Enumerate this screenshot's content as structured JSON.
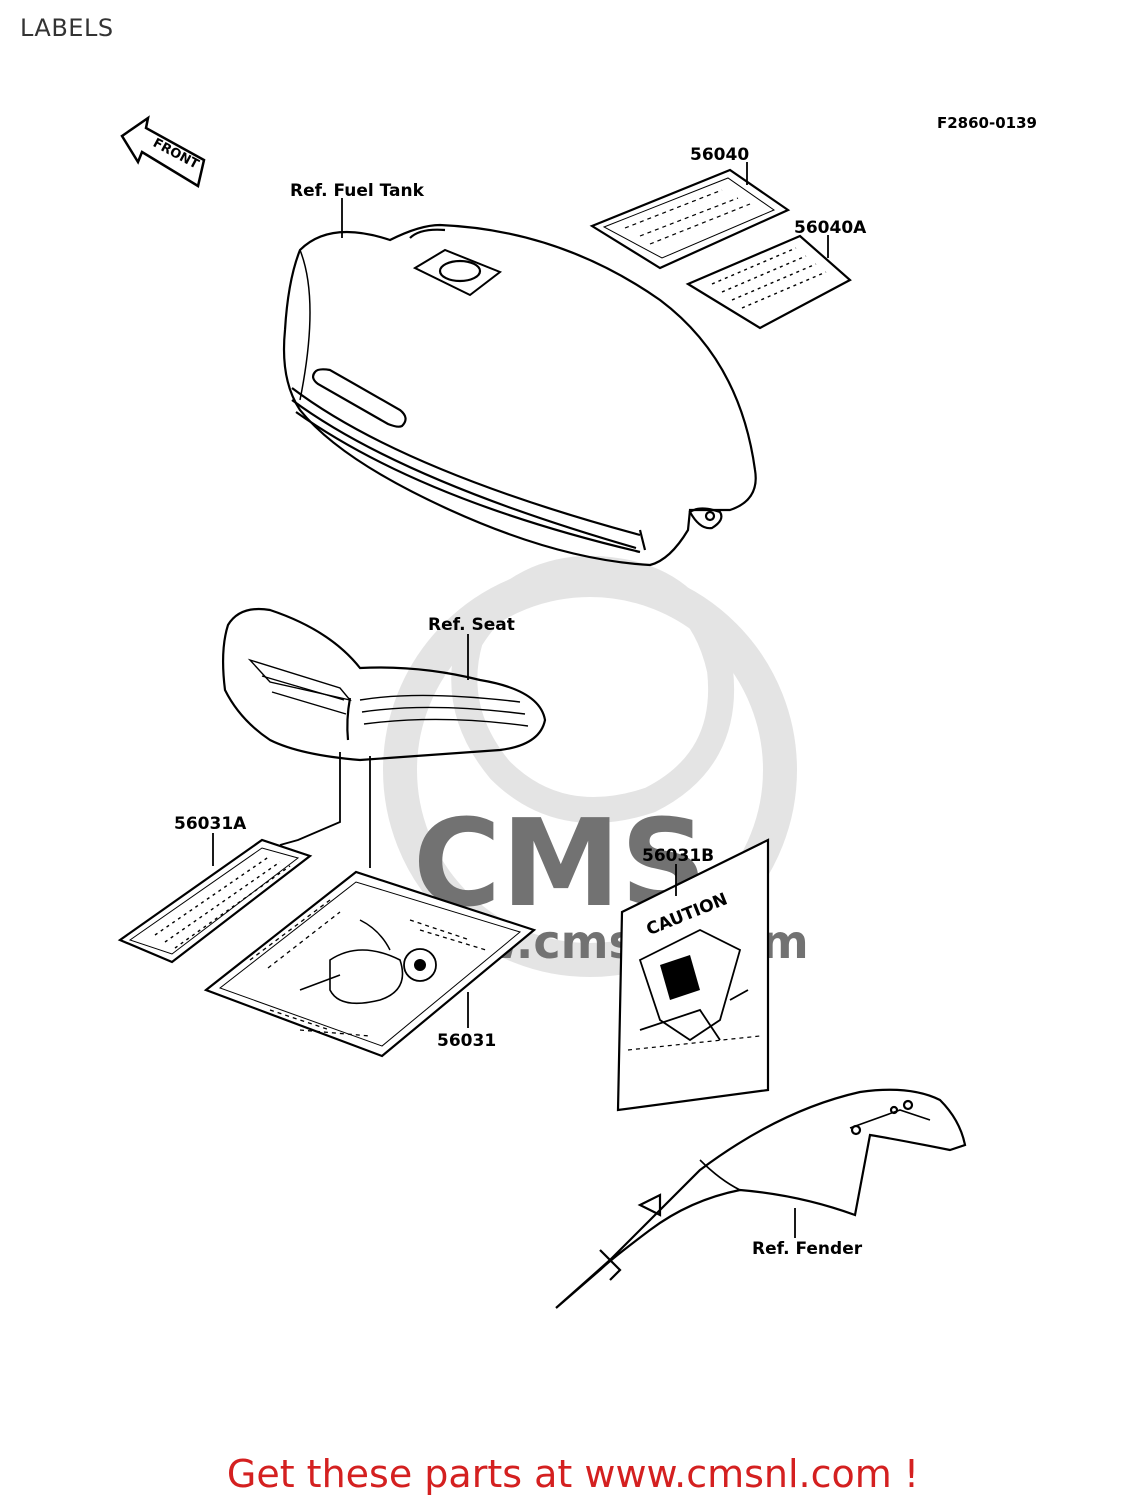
{
  "page": {
    "title": "LABELS"
  },
  "diagram": {
    "code": "F2860-0139",
    "front_arrow": "FRONT",
    "parts": {
      "p56040": "56040",
      "p56040A": "56040A",
      "p56031A": "56031A",
      "p56031": "56031",
      "p56031B": "56031B"
    },
    "refs": {
      "fuel_tank": "Ref. Fuel Tank",
      "seat": "Ref. Seat",
      "fender": "Ref. Fender"
    },
    "caution": "CAUTION",
    "watermark": "www.cmsnl.com",
    "watermark_logo": "CMS"
  },
  "footer": {
    "text": "Get these parts at www.cmsnl.com !"
  },
  "colors": {
    "footer": "#d42020",
    "title": "#333333",
    "watermark": "#d8d8d8"
  }
}
